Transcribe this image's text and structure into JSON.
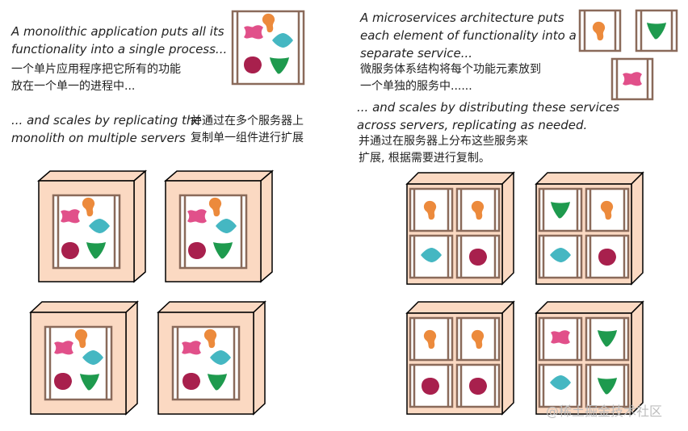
{
  "left": {
    "intro_en": [
      "A monolithic application puts all its",
      "functionality into a single process..."
    ],
    "intro_zh": [
      "一个单片应用程序把它所有的功能",
      "放在一个单一的进程中..."
    ],
    "scale_en": [
      "... and scales by replicating the",
      "monolith on multiple servers"
    ],
    "scale_zh": [
      "并通过在多个服务器上",
      "复制单一组件进行扩展"
    ]
  },
  "right": {
    "intro_en": [
      "A microservices architecture puts",
      "each element of functionality into a",
      "separate service..."
    ],
    "intro_zh": [
      "微服务体系结构将每个功能元素放到",
      "一个单独的服务中......"
    ],
    "scale_en": [
      "... and scales by distributing these services",
      "across servers, replicating as needed."
    ],
    "scale_zh": [
      "并通过在服务器上分布这些服务来",
      "扩展, 根据需要进行复制。"
    ]
  },
  "watermark": "@稀土掘金技术社区",
  "colors": {
    "server_face": "#fbd9c2",
    "server_edge": "#000000",
    "frame": "#8a6a5a",
    "pink": "#e1508a",
    "orange": "#ec8a3c",
    "teal": "#45b7c2",
    "maroon": "#a8204d",
    "green": "#1e9a4e"
  }
}
